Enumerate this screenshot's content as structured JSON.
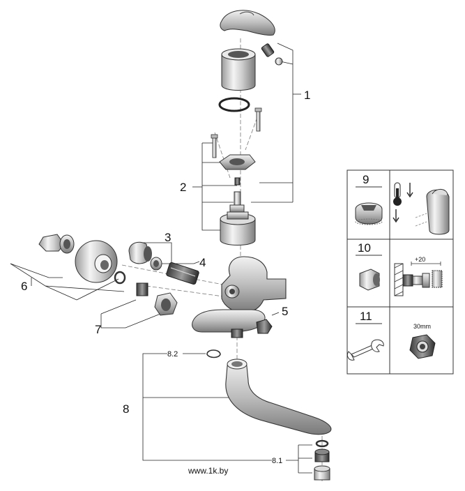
{
  "callouts": {
    "c1": "1",
    "c2": "2",
    "c3": "3",
    "c4": "4",
    "c5": "5",
    "c6": "6",
    "c7": "7",
    "c8": "8",
    "c8_1": "8.1",
    "c8_2": "8.2"
  },
  "legend": {
    "n9": "9",
    "n10": "10",
    "n11": "11",
    "dim20": "+20",
    "wrench_size": "30mm"
  },
  "footer": {
    "watermark": "www.1k.by"
  }
}
